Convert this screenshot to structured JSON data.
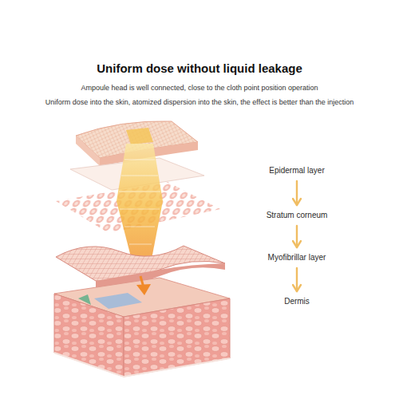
{
  "diagram": {
    "title": "Uniform dose without liquid leakage",
    "nodes": [
      {
        "text": [
          "Epidermal layer"
        ]
      },
      {
        "text": [
          "Stratum corneum"
        ]
      },
      {
        "text": [
          "Myofibrillar layer"
        ]
      },
      {
        "text": [
          "Dermis"
        ]
      }
    ],
    "edges": [
      {
        "from": 0,
        "to": 1,
        "arrow": "to"
      },
      {
        "from": 1,
        "to": 2,
        "arrow": "to"
      },
      {
        "from": 2,
        "to": 3,
        "arrow": "to"
      }
    ],
    "labels": [
      "Ampoule head is well connected, close to the cloth point position operation",
      "Uniform dose into the skin, atomized dispersion into the skin, the effect is better than the injection"
    ]
  }
}
